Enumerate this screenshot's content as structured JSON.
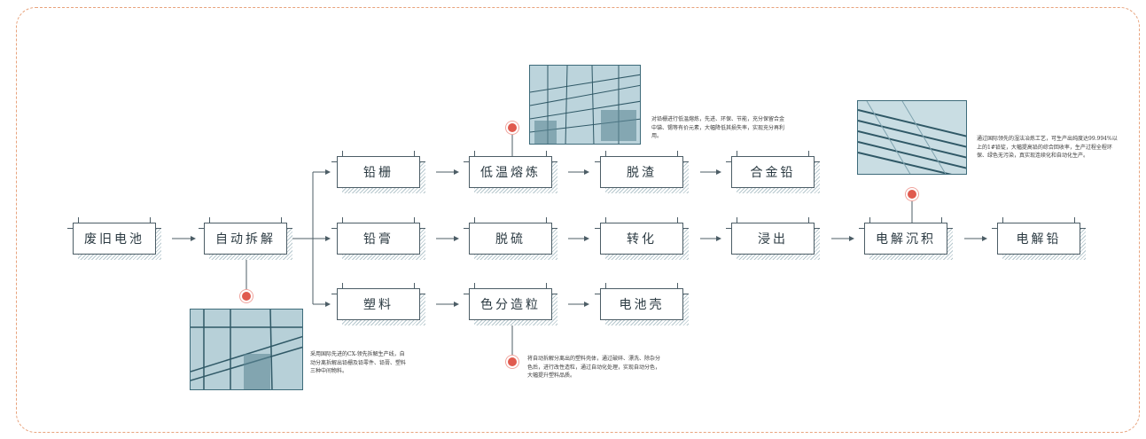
{
  "nodes": {
    "scrap_battery": "废旧电池",
    "auto_dismantle": "自动拆解",
    "lead_grid": "铅栅",
    "lead_paste": "铅膏",
    "plastic": "塑料",
    "low_temp_smelting": "低温熔炼",
    "desulfurization": "脱硫",
    "color_sorting": "色分造粒",
    "deslagging": "脱渣",
    "conversion": "转化",
    "battery_case": "电池壳",
    "alloy_lead": "合金铅",
    "leaching": "浸出",
    "electrolytic_deposition": "电解沉积",
    "electrolytic_lead": "电解铅"
  },
  "notes": {
    "smelting": "对铅栅进行低温熔炼，先进、环保、节能，充分保留合金中锑、锡等有价元素，大幅降低其损失率，实现充分再利用。",
    "electrolysis": "通过国际领先的湿法冶炼工艺，可生产出纯度达99.994%以上的1#铅锭，大幅提高铅的综合回收率，生产过程全程环保、绿色无污染，真实现连续化和自动化生产。",
    "dismantle": "采用国际先进的CX-领先拆解生产线，自动分离拆解出铅栅及铅零件、铅膏、塑料三种中间物料。",
    "plastic": "将自动拆解分离出的塑料壳体，通过破碎、漂洗、除杂分色后，进行改性造粒，通过自动化处理，实现自动分色，大幅提升塑料品质。"
  },
  "colors": {
    "accent": "#e05a4e",
    "line": "#4c5d66",
    "frame": "#e8a37d",
    "photo": "#3e6b7a"
  }
}
